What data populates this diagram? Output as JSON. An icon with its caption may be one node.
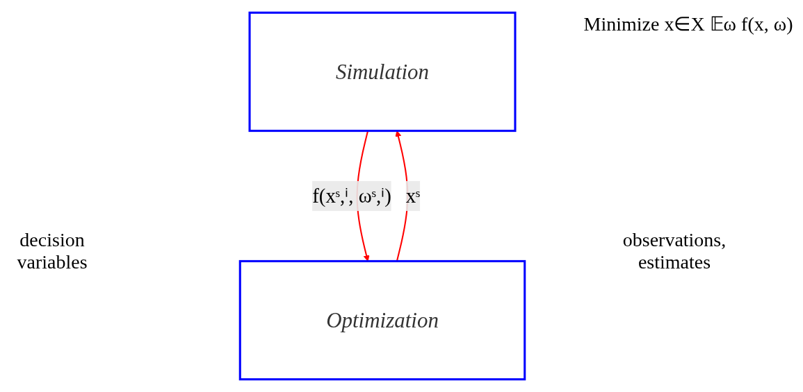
{
  "diagram": {
    "nodes": [
      {
        "text": [
          "Simulation"
        ]
      },
      {
        "text": [
          "Optimization"
        ]
      }
    ],
    "edges": [
      {
        "from": 0,
        "to": 1,
        "arrow": "to",
        "label": "f(xˢ,ⁱ, ωˢ,ⁱ)"
      },
      {
        "from": 1,
        "to": 0,
        "arrow": "to",
        "label": "xˢ"
      }
    ],
    "labels": [
      "Minimize x∈X 𝔼ω f(x, ω)",
      "decision variables",
      "observations, estimates"
    ]
  }
}
